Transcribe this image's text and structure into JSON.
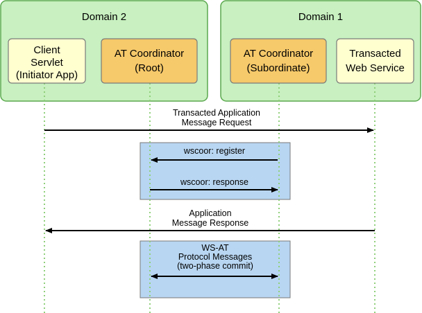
{
  "domains": [
    {
      "id": "domain2",
      "label": "Domain 2"
    },
    {
      "id": "domain1",
      "label": "Domain 1"
    }
  ],
  "actors": [
    {
      "id": "client",
      "lines": [
        "Client",
        "Servlet",
        "(Initiator App)"
      ]
    },
    {
      "id": "root",
      "lines": [
        "AT Coordinator",
        "(Root)"
      ]
    },
    {
      "id": "sub",
      "lines": [
        "AT Coordinator",
        "(Subordinate)"
      ]
    },
    {
      "id": "ws",
      "lines": [
        "Transacted",
        "Web Service"
      ]
    }
  ],
  "messages": [
    {
      "id": "app-request",
      "lines": [
        "Transacted Application",
        "Message Request"
      ],
      "from": "client",
      "to": "ws"
    },
    {
      "id": "register",
      "lines": [
        "wscoor: register"
      ],
      "from": "sub",
      "to": "root"
    },
    {
      "id": "response",
      "lines": [
        "wscoor: response"
      ],
      "from": "root",
      "to": "sub"
    },
    {
      "id": "app-response",
      "lines": [
        "Application",
        "Message Response"
      ],
      "from": "ws",
      "to": "client"
    },
    {
      "id": "protocol",
      "lines": [
        "WS-AT",
        "Protocol Messages",
        "(two-phase commit)"
      ],
      "from": "root",
      "to": "sub",
      "bidirectional": true
    }
  ]
}
